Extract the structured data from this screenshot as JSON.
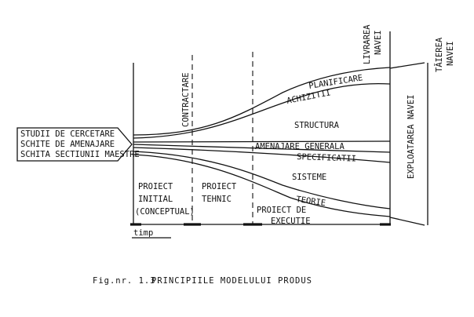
{
  "inputs": {
    "line1": "STUDII DE CERCETARE",
    "line2": "SCHITE DE AMENAJARE",
    "line3": "SCHITA SECTIUNII MAESTRE"
  },
  "milestones": {
    "contract": "CONTRACTARE",
    "delivery_1": "LIVRAREA",
    "delivery_2": "NAVEI",
    "cutting_1": "TĂIEREA",
    "cutting_2": "NAVEI"
  },
  "phase": {
    "exploitation": "EXPLOATAREA NAVEI",
    "initial_1": "PROIECT",
    "initial_2": "INITIAL",
    "initial_3": "(CONCEPTUAL)",
    "technical_1": "PROIECT",
    "technical_2": "TEHNIC",
    "execution_1": "PROIECT DE",
    "execution_2": "EXECUTIE"
  },
  "streams": {
    "planning": "PLANIFICARE",
    "procurement": "ACHIZITII",
    "structure": "STRUCTURA",
    "general_layout": "AMENAJARE GENERALA",
    "specifications": "SPECIFICATII",
    "systems": "SISTEME",
    "theory": "TEORIE"
  },
  "axis": {
    "time": "timp"
  },
  "caption": {
    "prefix": "Fig.nr. 1.3.",
    "title": "PRINCIPIILE MODELULUI PRODUS"
  }
}
